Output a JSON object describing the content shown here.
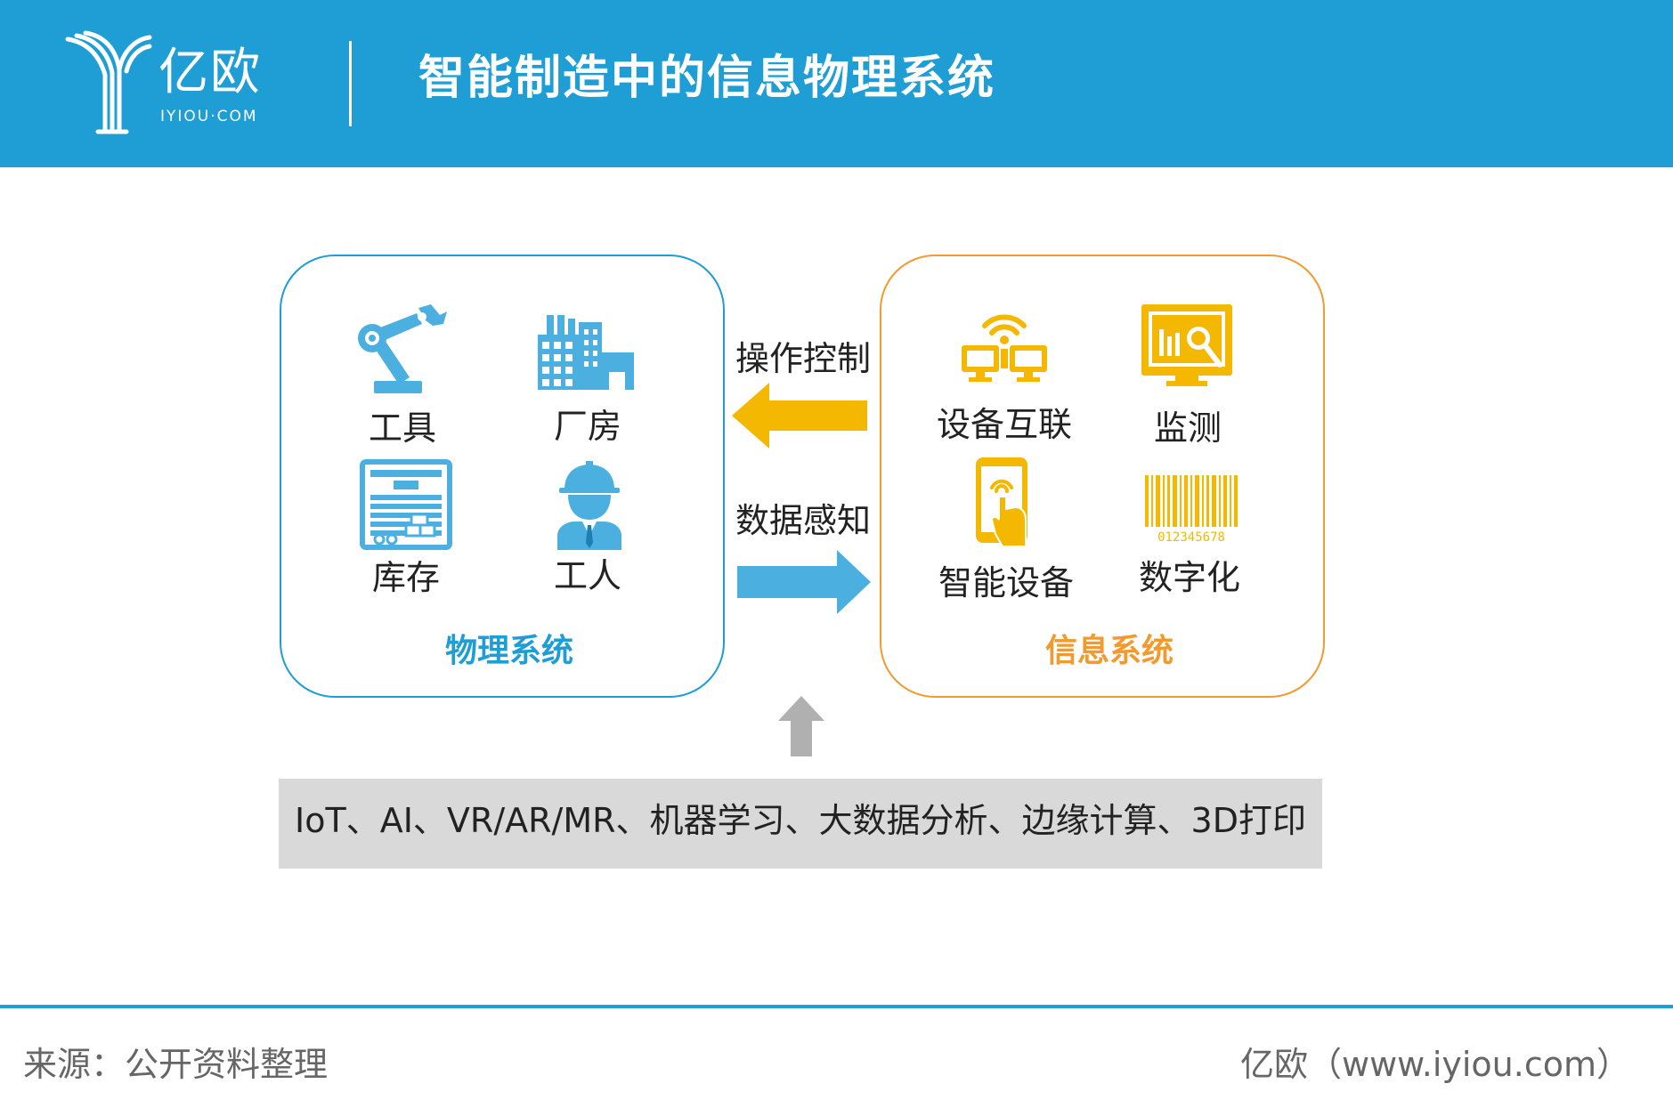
{
  "header": {
    "logo_text": "亿欧",
    "logo_sub": "IYIOU·COM",
    "title": "智能制造中的信息物理系统"
  },
  "physical_system": {
    "title": "物理系统",
    "items": [
      {
        "label": "工具",
        "icon": "robot-arm-icon"
      },
      {
        "label": "厂房",
        "icon": "factory-icon"
      },
      {
        "label": "库存",
        "icon": "warehouse-icon"
      },
      {
        "label": "工人",
        "icon": "worker-icon"
      }
    ]
  },
  "info_system": {
    "title": "信息系统",
    "items": [
      {
        "label": "设备互联",
        "icon": "connected-devices-icon"
      },
      {
        "label": "监测",
        "icon": "monitor-icon"
      },
      {
        "label": "智能设备",
        "icon": "smart-phone-icon"
      },
      {
        "label": "数字化",
        "icon": "barcode-icon"
      }
    ],
    "barcode_digits": "012345678"
  },
  "arrows": {
    "control_label": "操作控制",
    "sensing_label": "数据感知"
  },
  "tech_bar": {
    "text": "IoT、AI、VR/AR/MR、机器学习、大数据分析、边缘计算、3D打印"
  },
  "footer": {
    "source": "来源：公开资料整理",
    "brand": "亿欧（www.iyiou.com）"
  },
  "colors": {
    "brand_blue": "#1e9ed4",
    "icon_blue": "#4bb0e0",
    "orange": "#f39a2e",
    "yellow": "#f5b800",
    "gray_bar": "#d9d9d9"
  }
}
